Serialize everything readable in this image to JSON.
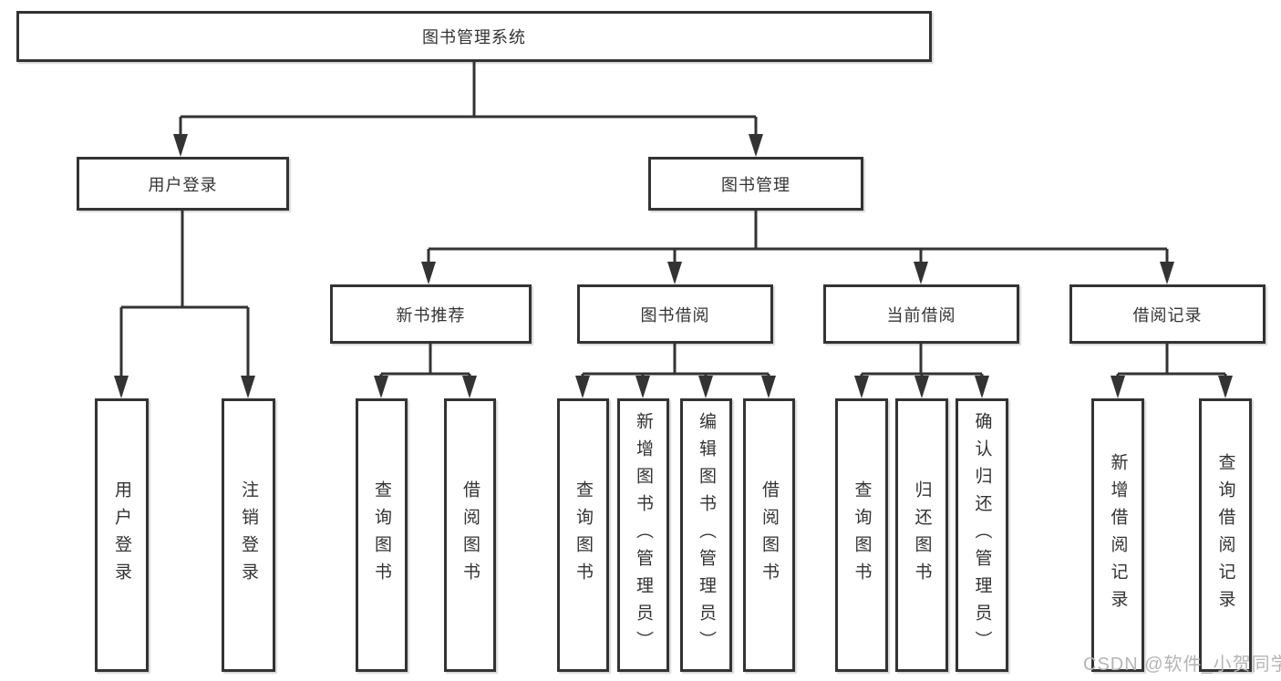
{
  "root": {
    "label": "图书管理系统"
  },
  "branches": [
    {
      "label": "用户登录",
      "leaves": [
        {
          "label": "用户登录"
        },
        {
          "label": "注销登录"
        }
      ]
    },
    {
      "label": "图书管理",
      "groups": [
        {
          "label": "新书推荐",
          "leaves": [
            {
              "label": "查询图书"
            },
            {
              "label": "借阅图书"
            }
          ]
        },
        {
          "label": "图书借阅",
          "leaves": [
            {
              "label": "查询图书"
            },
            {
              "label": "新增图书（管理员）"
            },
            {
              "label": "编辑图书（管理员）"
            },
            {
              "label": "借阅图书"
            }
          ]
        },
        {
          "label": "当前借阅",
          "leaves": [
            {
              "label": "查询图书"
            },
            {
              "label": "归还图书"
            },
            {
              "label": "确认归还（管理员）"
            }
          ]
        },
        {
          "label": "借阅记录",
          "leaves": [
            {
              "label": "新增借阅记录"
            },
            {
              "label": "查询借阅记录"
            }
          ]
        }
      ]
    }
  ],
  "watermark": {
    "text": "CSDN @软件_小贺同学",
    "color": "#b5b5b5"
  },
  "colors": {
    "line": "#333333",
    "text": "#333333",
    "background": "#ffffff"
  }
}
